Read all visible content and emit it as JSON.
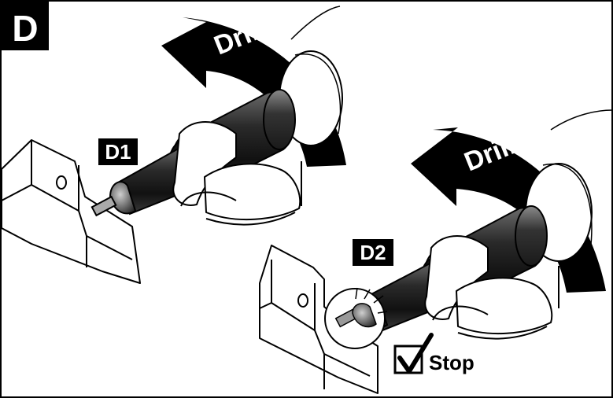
{
  "figure": {
    "step_label": "D",
    "substep_1_label": "D1",
    "substep_2_label": "D2",
    "arrow_1_label": "Drill",
    "arrow_2_label": "Drill",
    "stop_label": "Stop",
    "ink_color": "#000000",
    "paper_color": "#ffffff"
  }
}
